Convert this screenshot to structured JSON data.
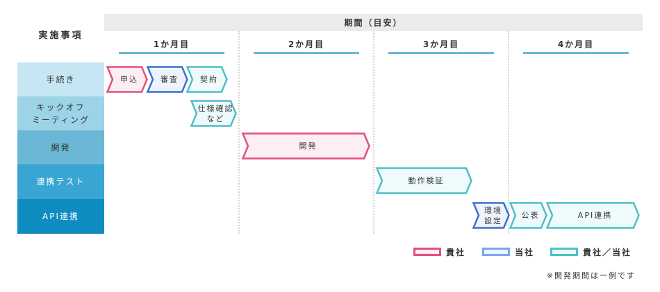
{
  "header": {
    "period": "期間（目安）",
    "tasks": "実施事項"
  },
  "months": [
    "1か月目",
    "2か月目",
    "3か月目",
    "4か月目"
  ],
  "rows": [
    "手続き",
    "キックオフ\nミーティング",
    "開発",
    "連携テスト",
    "API連携"
  ],
  "bars": [
    {
      "label": "申込",
      "party": "client"
    },
    {
      "label": "審査",
      "party": "us"
    },
    {
      "label": "契約",
      "party": "both"
    },
    {
      "label": "仕様確認\nなど",
      "party": "both"
    },
    {
      "label": "開発",
      "party": "client"
    },
    {
      "label": "動作検証",
      "party": "both"
    },
    {
      "label": "環境\n設定",
      "party": "us"
    },
    {
      "label": "公表",
      "party": "both"
    },
    {
      "label": "API連携",
      "party": "both"
    }
  ],
  "legend": [
    {
      "label": "貴社",
      "party": "client"
    },
    {
      "label": "当社",
      "party": "us"
    },
    {
      "label": "貴社／当社",
      "party": "both"
    }
  ],
  "note": "※開発期間は一例です",
  "colors": {
    "client": {
      "stroke": "#e0507a",
      "fill": "#fdeef3"
    },
    "us": {
      "stroke": "#3a6fd0",
      "fill": "#eef3fd"
    },
    "us_legend": "#78a8f0",
    "both": {
      "stroke": "#4cbfc6",
      "fill": "#eefafc"
    },
    "rows": [
      "#c5e6f2",
      "#9dd3e7",
      "#6bb8d6",
      "#39a5d2",
      "#0f8cc0"
    ]
  }
}
